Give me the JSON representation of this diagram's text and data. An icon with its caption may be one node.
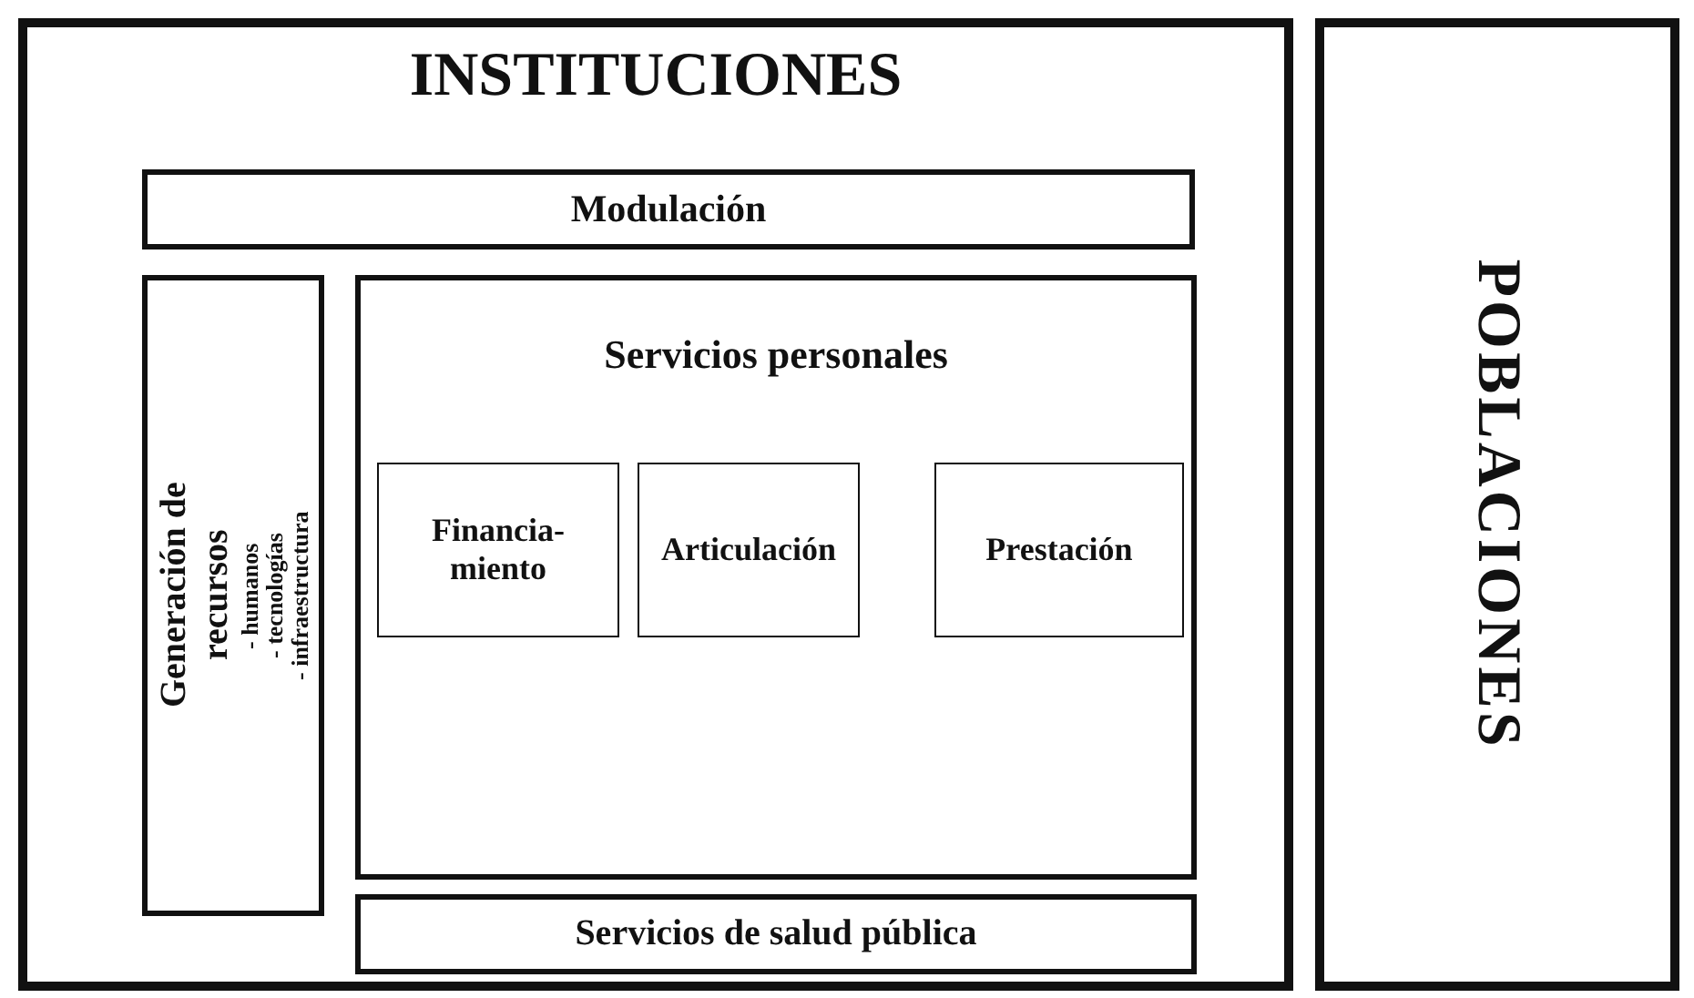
{
  "diagram": {
    "nodes": [
      {
        "text": [
          "INSTITUCIONES"
        ]
      },
      {
        "text": [
          "Modulación"
        ],
        "in": 0
      },
      {
        "text": [
          "Generación de recursos",
          "- humanos",
          "- tecnologías",
          "- infraestructura"
        ],
        "in": 0
      },
      {
        "text": [
          "Servicios personales"
        ],
        "in": 0
      },
      {
        "text": [
          "Financia- miento"
        ],
        "in": 3
      },
      {
        "text": [
          "Articulación"
        ],
        "in": 3
      },
      {
        "text": [
          "Prestación"
        ],
        "in": 3
      },
      {
        "text": [
          "Servicios de salud pública"
        ],
        "in": 0
      },
      {
        "text": [
          "POBLACIONES"
        ]
      }
    ],
    "edges": []
  }
}
